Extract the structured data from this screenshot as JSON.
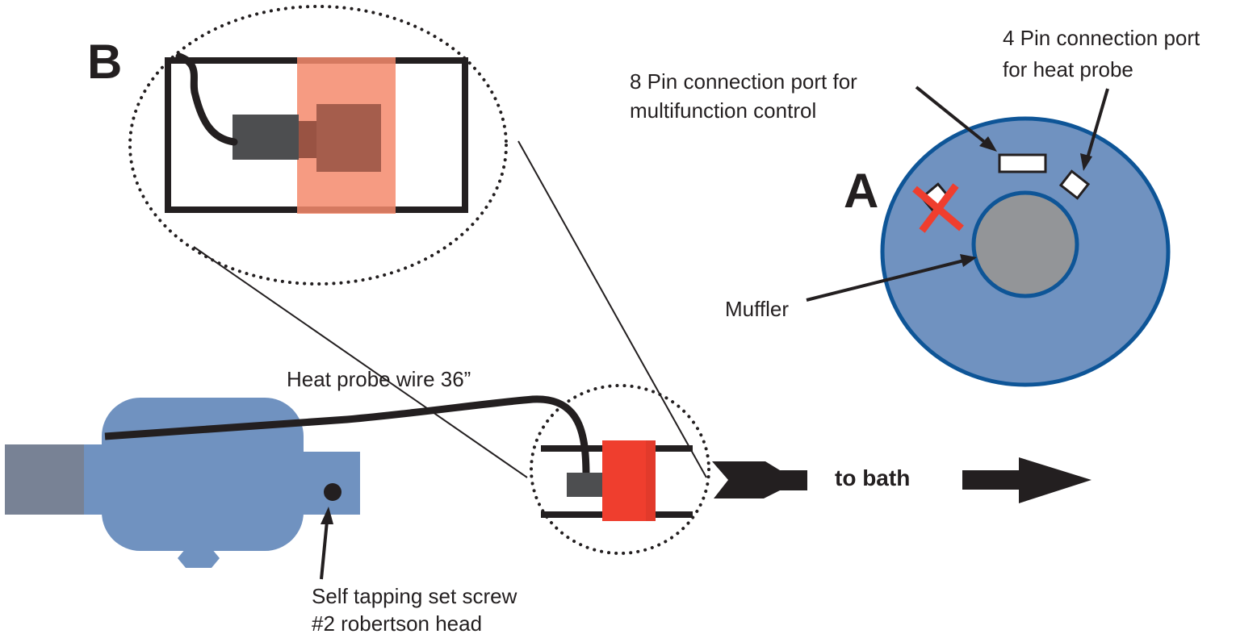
{
  "panel_labels": {
    "a": "A",
    "b": "B"
  },
  "labels": {
    "pin8_line1": "8 Pin connection port for",
    "pin8_line2": "multifunction control",
    "pin4_line1": "4 Pin connection port",
    "pin4_line2": "for heat probe",
    "muffler": "Muffler",
    "heat_probe_wire": "Heat probe wire 36”",
    "to_bath": "to bath",
    "set_screw_line1": "Self tapping set screw",
    "set_screw_line2": "#2 robertson head"
  },
  "colors": {
    "pump_body": "#7092c0",
    "pump_cap": "#788295",
    "disc_fill": "#7092c0",
    "disc_outline": "#0e5597",
    "muffler_fill": "#939598",
    "sensor_red": "#ef3e2e",
    "sensor_red_translucent": "#f5896c",
    "probe_dark": "#4d4e50",
    "x_mark": "#ef3e2e",
    "line_black": "#231f20"
  },
  "icons": {
    "disabled_port_mark": "red-x-icon",
    "direction": "right-arrow-icon"
  }
}
